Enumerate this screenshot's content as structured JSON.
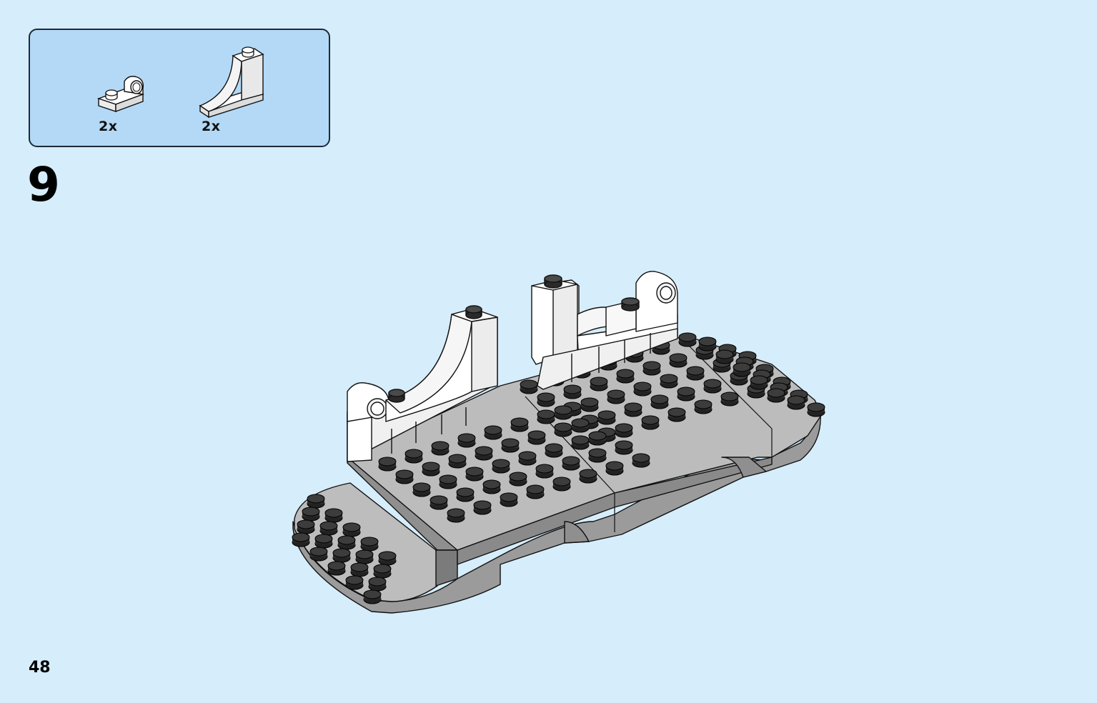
{
  "parts_list": {
    "items": [
      {
        "name": "plate-with-bearing-1x2",
        "quantity": "2x"
      },
      {
        "name": "curved-slope-1x2x2",
        "quantity": "2x"
      }
    ]
  },
  "step": {
    "number": "9"
  },
  "page": {
    "number": "48"
  },
  "colors": {
    "background": "#d6edfb",
    "parts_box": "#b3d9f6",
    "white_brick": "#ffffff",
    "grey_plate": "#a3a3a3",
    "grey_side": "#7f7f7f",
    "stud": "#3a3a3a",
    "outline": "#111111"
  }
}
